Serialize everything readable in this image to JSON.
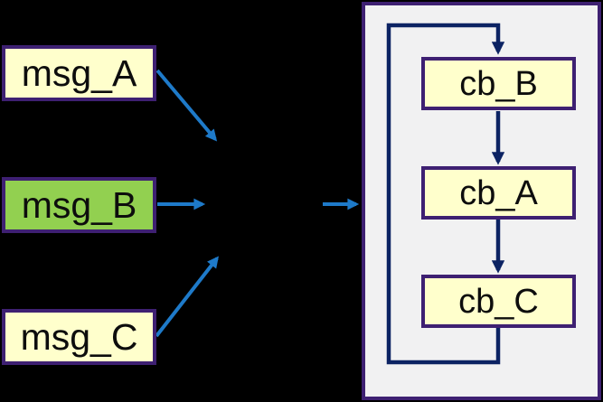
{
  "colors": {
    "background": "#000000",
    "box-fill": "#ffffcc",
    "box-border": "#3e2072",
    "highlight-fill": "#92d050",
    "queue-fill": "#f1f1f2",
    "queue-border": "#3e2072",
    "flow-arrow": "#1e7ac9",
    "loop-arrow": "#0c2363"
  },
  "messages": [
    {
      "label": "msg_A",
      "highlighted": false
    },
    {
      "label": "msg_B",
      "highlighted": true
    },
    {
      "label": "msg_C",
      "highlighted": false
    }
  ],
  "callbacks": [
    {
      "label": "cb_B"
    },
    {
      "label": "cb_A"
    },
    {
      "label": "cb_C"
    }
  ]
}
